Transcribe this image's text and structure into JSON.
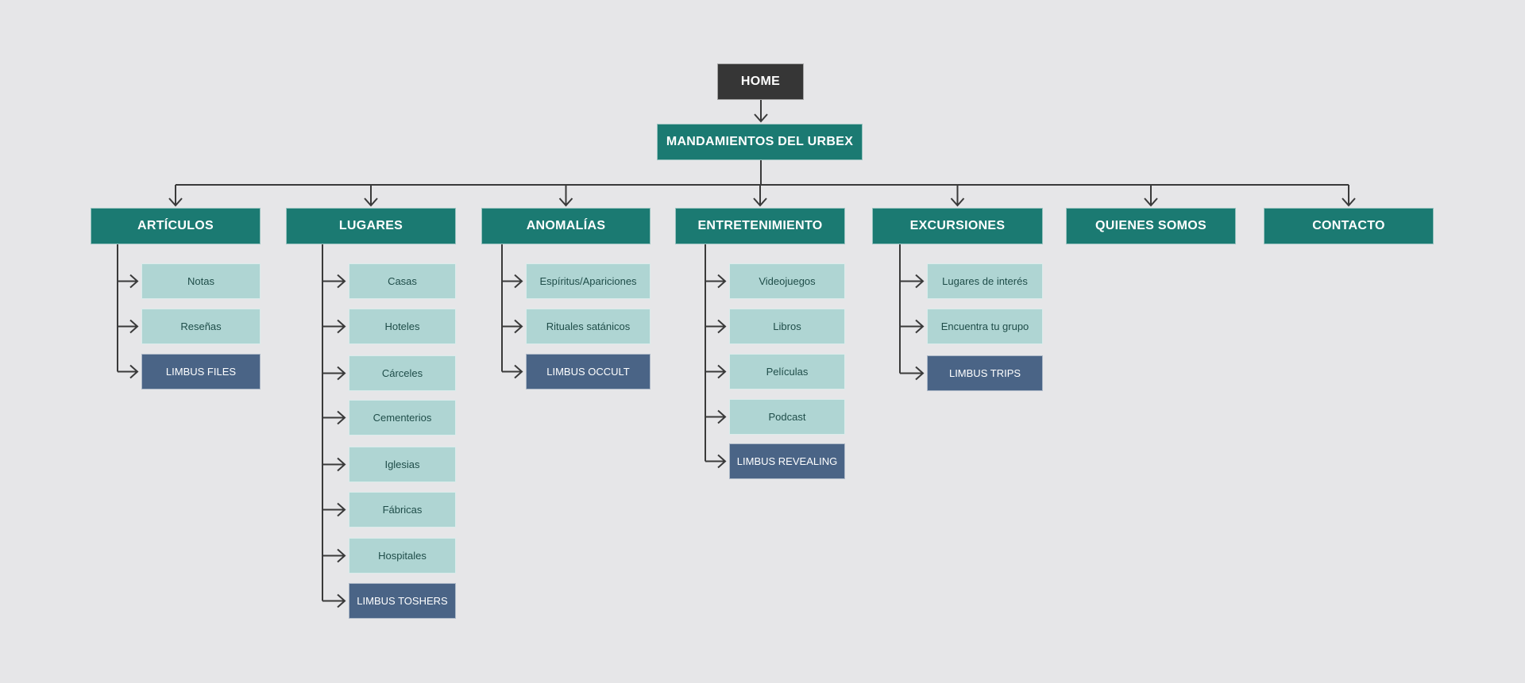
{
  "home": {
    "label": "HOME"
  },
  "hub": {
    "label": "MANDAMIENTOS DEL URBEX"
  },
  "sections": [
    {
      "label": "ARTÍCULOS",
      "children": [
        {
          "label": "Notas",
          "kind": "leaf"
        },
        {
          "label": "Reseñas",
          "kind": "leaf"
        },
        {
          "label": "LIMBUS FILES",
          "kind": "limbus"
        }
      ]
    },
    {
      "label": "LUGARES",
      "children": [
        {
          "label": "Casas",
          "kind": "leaf"
        },
        {
          "label": "Hoteles",
          "kind": "leaf"
        },
        {
          "label": "Cárceles",
          "kind": "leaf"
        },
        {
          "label": "Cementerios",
          "kind": "leaf"
        },
        {
          "label": "Iglesias",
          "kind": "leaf"
        },
        {
          "label": "Fábricas",
          "kind": "leaf"
        },
        {
          "label": "Hospitales",
          "kind": "leaf"
        },
        {
          "label": "LIMBUS TOSHERS",
          "kind": "limbus"
        }
      ]
    },
    {
      "label": "ANOMALÍAS",
      "children": [
        {
          "label": "Espíritus/Apariciones",
          "kind": "leaf"
        },
        {
          "label": "Rituales satánicos",
          "kind": "leaf"
        },
        {
          "label": "LIMBUS OCCULT",
          "kind": "limbus"
        }
      ]
    },
    {
      "label": "ENTRETENIMIENTO",
      "children": [
        {
          "label": "Videojuegos",
          "kind": "leaf"
        },
        {
          "label": "Libros",
          "kind": "leaf"
        },
        {
          "label": "Películas",
          "kind": "leaf"
        },
        {
          "label": "Podcast",
          "kind": "leaf"
        },
        {
          "label": "LIMBUS REVEALING",
          "kind": "limbus"
        }
      ]
    },
    {
      "label": "EXCURSIONES",
      "children": [
        {
          "label": "Lugares de interés",
          "kind": "leaf"
        },
        {
          "label": "Encuentra tu grupo",
          "kind": "leaf"
        },
        {
          "label": "LIMBUS TRIPS",
          "kind": "limbus"
        }
      ]
    },
    {
      "label": "QUIENES SOMOS",
      "children": []
    },
    {
      "label": "CONTACTO",
      "children": []
    }
  ],
  "colors": {
    "background": "#e6e6e8",
    "home": "#363636",
    "section": "#1b7a72",
    "leaf": "#afd5d3",
    "limbus": "#4a6486",
    "connector": "#3a3a3a"
  }
}
